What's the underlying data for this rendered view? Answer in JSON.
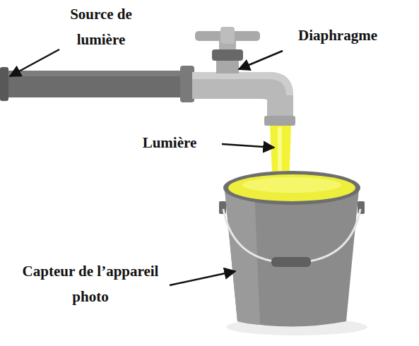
{
  "diagram": {
    "labels": [
      "Source de lumière",
      "Diaphragme",
      "Lumière",
      "Capteur de l’appareil photo"
    ]
  }
}
